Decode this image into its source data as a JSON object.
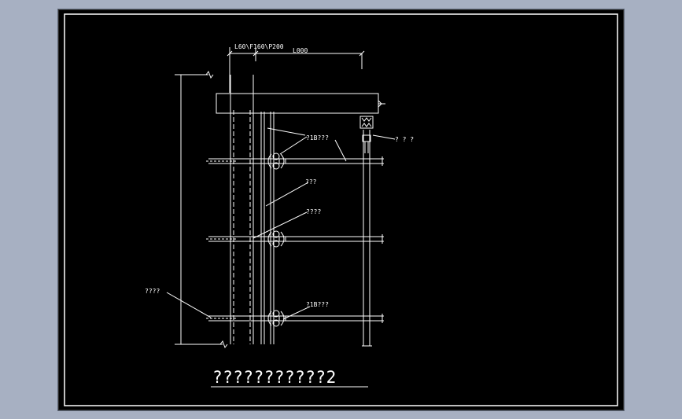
{
  "viewer": {
    "background_color": "#a7b0c2",
    "sheet_color": "#000000",
    "line_color": "#ffffff"
  },
  "drawing": {
    "dim_top_left": "L60\\F160\\P200",
    "dim_top_right": "L000",
    "callout_top": "?1B???",
    "callout_right": "? ? ?",
    "callout_mid": "???",
    "callout_lower": "????",
    "callout_left": "????",
    "callout_bottom": "?1B???",
    "title": "???????????2"
  }
}
